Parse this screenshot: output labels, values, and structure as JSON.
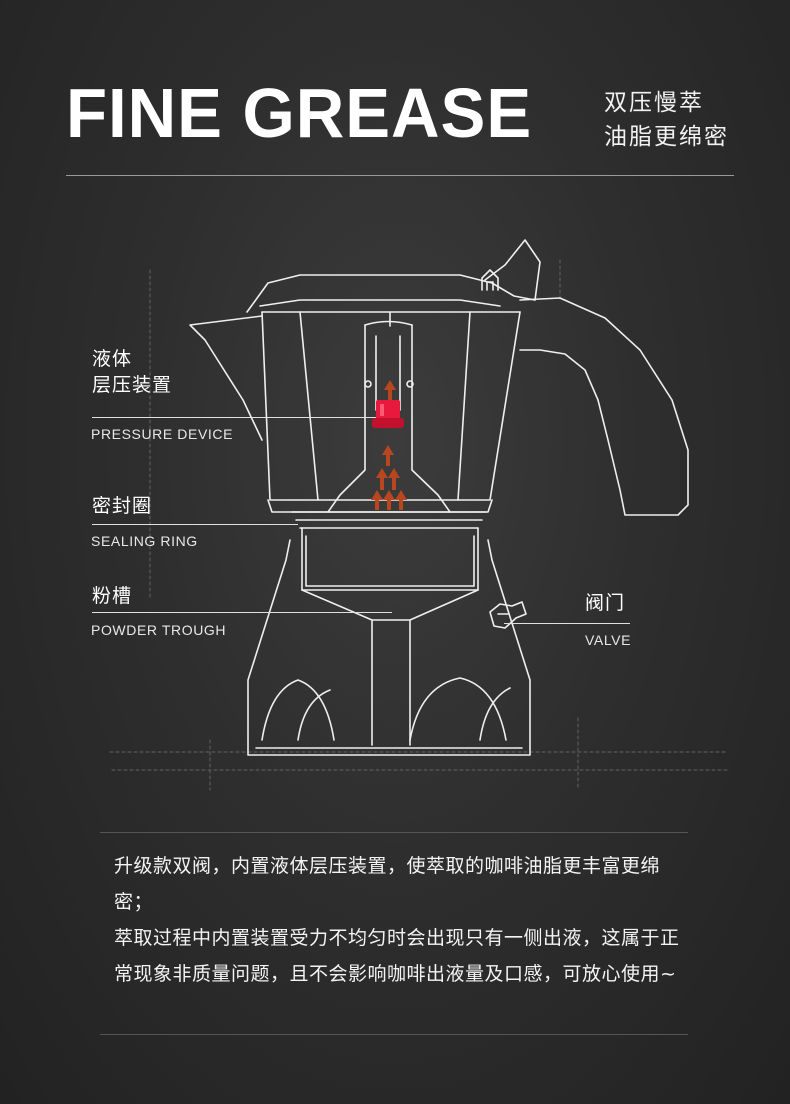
{
  "header": {
    "title": "FINE GREASE",
    "subtitle_line1": "双压慢萃",
    "subtitle_line2": "油脂更绵密"
  },
  "labels": {
    "pressure_device": {
      "cn_line1": "液体",
      "cn_line2": "层压装置",
      "en": "PRESSURE DEVICE"
    },
    "sealing_ring": {
      "cn": "密封圈",
      "en": "SEALING RING"
    },
    "powder_trough": {
      "cn": "粉槽",
      "en": "POWDER TROUGH"
    },
    "valve": {
      "cn": "阀门",
      "en": "VALVE"
    }
  },
  "description": {
    "paragraph1": "升级款双阀，内置液体层压装置，使萃取的咖啡油脂更丰富更绵密；",
    "paragraph2": "萃取过程中内置装置受力不均匀时会出现只有一侧出液，这属于正常现象非质量问题，且不会影响咖啡出液量及口感，可放心使用~"
  },
  "colors": {
    "background": "#2e2e2e",
    "pressure_device_accent": "#e8193c",
    "flow_arrows": "#b8461f",
    "line_art": "#ffffff"
  }
}
